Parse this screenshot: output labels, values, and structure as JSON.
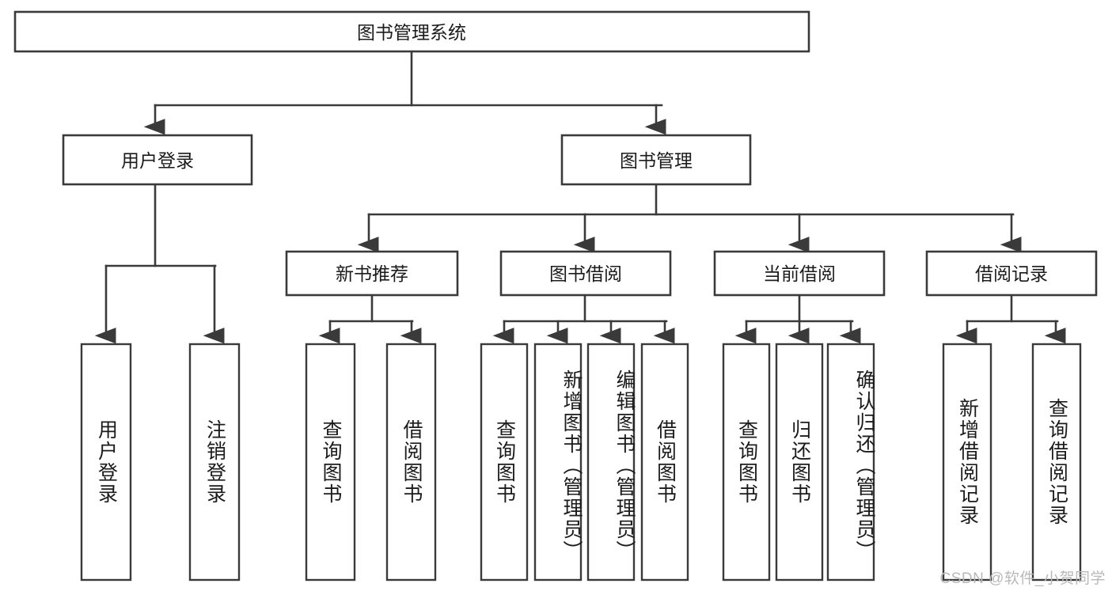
{
  "diagram": {
    "title": "图书管理系统",
    "type": "tree",
    "watermark": "CSDN @软件_小贺同学",
    "colors": {
      "box_stroke": "#3a3a3a",
      "box_fill": "#ffffff",
      "edge": "#3a3a3a",
      "text": "#1b1b1b",
      "watermark": "#b9b9b9",
      "background": "#ffffff"
    },
    "root": {
      "label": "图书管理系统"
    },
    "level2": [
      {
        "label": "用户登录"
      },
      {
        "label": "图书管理"
      }
    ],
    "level3": [
      {
        "label": "新书推荐"
      },
      {
        "label": "图书借阅"
      },
      {
        "label": "当前借阅"
      },
      {
        "label": "借阅记录"
      }
    ],
    "leaves": {
      "user_login": [
        {
          "label": "用户登录"
        },
        {
          "label": "注销登录"
        }
      ],
      "new_book_recommend": [
        {
          "label": "查询图书"
        },
        {
          "label": "借阅图书"
        }
      ],
      "book_borrow": [
        {
          "label": "查询图书"
        },
        {
          "label": "新增图书（管理员）"
        },
        {
          "label": "编辑图书（管理员）"
        },
        {
          "label": "借阅图书"
        }
      ],
      "current_borrow": [
        {
          "label": "查询图书"
        },
        {
          "label": "归还图书"
        },
        {
          "label": "确认归还（管理员）"
        }
      ],
      "borrow_record": [
        {
          "label": "新增借阅记录"
        },
        {
          "label": "查询借阅记录"
        }
      ]
    }
  }
}
